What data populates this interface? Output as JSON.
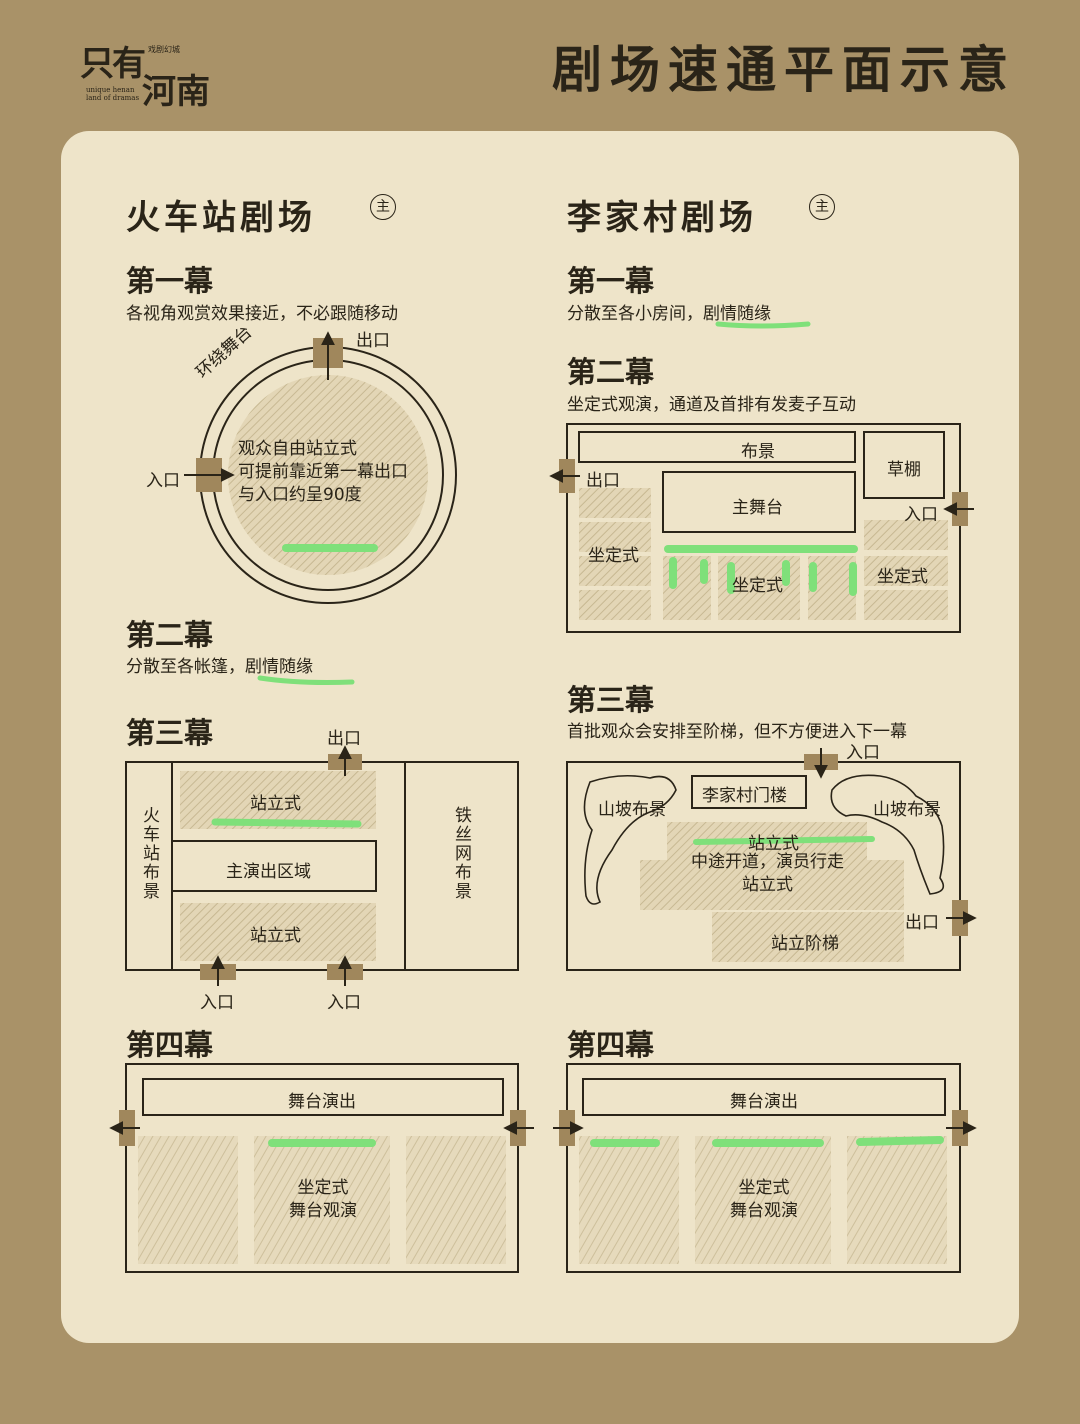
{
  "header": {
    "logo_line1": "只有",
    "logo_line2": "河南",
    "logo_tag": "戏剧幻城",
    "logo_en1": "unique henan",
    "logo_en2": "land of dramas",
    "title": "剧场速通平面示意"
  },
  "left": {
    "title": "火车站剧场",
    "badge": "主",
    "act1": {
      "heading": "第一幕",
      "desc": "各视角观赏效果接近，不必跟随移动",
      "exit": "出口",
      "entrance": "入口",
      "ring_label": "环绕舞台",
      "center_lines": [
        "观众自由站立式",
        "可提前靠近第一幕出口",
        "与入口约呈90度"
      ]
    },
    "act2": {
      "heading": "第二幕",
      "desc_prefix": "分散至各帐篷，",
      "desc_highlight": "剧情随缘"
    },
    "act3": {
      "heading": "第三幕",
      "exit": "出口",
      "left_label": "火车站布景",
      "right_label": "铁丝网布景",
      "standing_top": "站立式",
      "main_area": "主演出区域",
      "standing_bottom": "站立式",
      "entrance1": "入口",
      "entrance2": "入口"
    },
    "act4": {
      "heading": "第四幕",
      "stage": "舞台演出",
      "seat_line1": "坐定式",
      "seat_line2": "舞台观演"
    }
  },
  "right": {
    "title": "李家村剧场",
    "badge": "主",
    "act1": {
      "heading": "第一幕",
      "desc_prefix": "分散至各小房间，",
      "desc_highlight": "剧情随缘"
    },
    "act2": {
      "heading": "第二幕",
      "desc": "坐定式观演，通道及首排有发麦子互动",
      "backdrop": "布景",
      "shed": "草棚",
      "exit": "出口",
      "main_stage": "主舞台",
      "entrance": "入口",
      "seat_left": "坐定式",
      "seat_center": "坐定式",
      "seat_right": "坐定式"
    },
    "act3": {
      "heading": "第三幕",
      "desc": "首批观众会安排至阶梯，但不方便进入下一幕",
      "entrance": "入口",
      "gate": "李家村门楼",
      "hill_left": "山坡布景",
      "hill_right": "山坡布景",
      "standing_top": "站立式",
      "middle_lines": [
        "中途开道，演员行走",
        "站立式"
      ],
      "exit": "出口",
      "steps": "站立阶梯"
    },
    "act4": {
      "heading": "第四幕",
      "stage": "舞台演出",
      "seat_line1": "坐定式",
      "seat_line2": "舞台观演"
    }
  },
  "colors": {
    "background": "#a99268",
    "panel": "#eee4c9",
    "ink": "#2a2418",
    "door": "#a0875c",
    "highlight": "#7fe07a"
  }
}
